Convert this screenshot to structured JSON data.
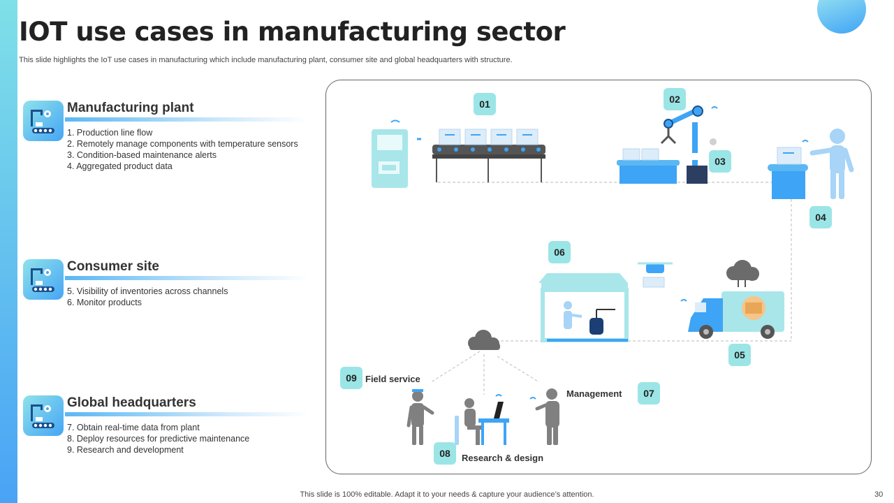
{
  "slide": {
    "title": "IOT use cases in manufacturing sector",
    "subtitle": "This slide highlights the IoT use cases in manufacturing which include manufacturing plant, consumer site and global headquarters with structure.",
    "footer": "This slide is 100% editable. Adapt it to your needs & capture your audience’s attention.",
    "page_number": "30"
  },
  "sections": [
    {
      "title": "Manufacturing plant",
      "icon": "robot-arm-conveyor-icon",
      "items": [
        "1. Production line flow",
        "2. Remotely manage components with temperature sensors",
        "3. Condition-based maintenance alerts",
        "4. Aggregated product data"
      ]
    },
    {
      "title": "Consumer site",
      "icon": "robot-arm-conveyor-icon",
      "items": [
        "5. Visibility of inventories across channels",
        "6. Monitor products"
      ]
    },
    {
      "title": "Global headquarters",
      "icon": "robot-arm-conveyor-icon",
      "items": [
        "7. Obtain real-time data from plant",
        "8. Deploy resources for predictive maintenance",
        "9. Research and development"
      ]
    }
  ],
  "diagram": {
    "badges": [
      "01",
      "02",
      "03",
      "04",
      "05",
      "06",
      "07",
      "08",
      "09"
    ],
    "labels": {
      "field_service": "Field service",
      "management": "Management",
      "research": "Research & design"
    }
  },
  "colors": {
    "accent_cyan": "#9be5e6",
    "accent_blue": "#4aa3f5",
    "machine_light": "#a8e6ea",
    "person_grey": "#808080"
  }
}
